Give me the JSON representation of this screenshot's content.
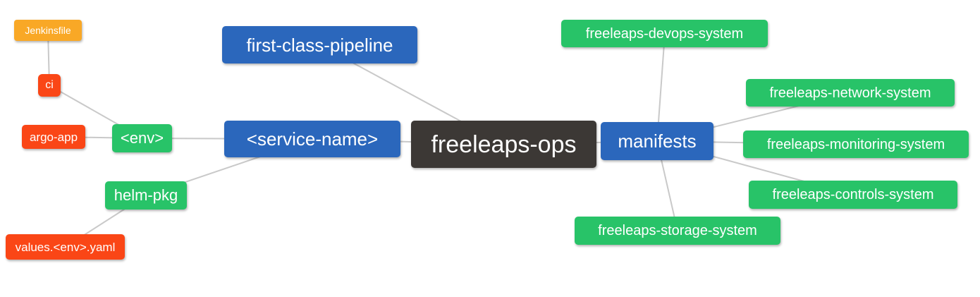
{
  "diagram": {
    "type": "mindmap",
    "background": "#ffffff",
    "edge_color": "#c9c9c9"
  },
  "palette": {
    "root_dark": "#3C3835",
    "branch_blue": "#2B67BC",
    "leaf_green": "#28C368",
    "leaf_red": "#FA4616",
    "leaf_orange": "#F9A826"
  },
  "nodes": {
    "root": {
      "label": "freeleaps-ops",
      "color": "#3C3835"
    },
    "pipeline": {
      "label": "first-class-pipeline",
      "color": "#2B67BC"
    },
    "service": {
      "label": "<service-name>",
      "color": "#2B67BC"
    },
    "manifests": {
      "label": "manifests",
      "color": "#2B67BC"
    },
    "env": {
      "label": "<env>",
      "color": "#28C368"
    },
    "helm": {
      "label": "helm-pkg",
      "color": "#28C368"
    },
    "ci": {
      "label": "ci",
      "color": "#FA4616"
    },
    "argo": {
      "label": "argo-app",
      "color": "#FA4616"
    },
    "values": {
      "label": "values.<env>.yaml",
      "color": "#FA4616"
    },
    "jenkinsfile": {
      "label": "Jenkinsfile",
      "color": "#F9A826"
    },
    "devops": {
      "label": "freeleaps-devops-system",
      "color": "#28C368"
    },
    "network": {
      "label": "freeleaps-network-system",
      "color": "#28C368"
    },
    "monitoring": {
      "label": "freeleaps-monitoring-system",
      "color": "#28C368"
    },
    "controls": {
      "label": "freeleaps-controls-system",
      "color": "#28C368"
    },
    "storage": {
      "label": "freeleaps-storage-system",
      "color": "#28C368"
    }
  },
  "edges": [
    {
      "from": "jenkinsfile",
      "to": "ci"
    },
    {
      "from": "ci",
      "to": "env"
    },
    {
      "from": "argo",
      "to": "env"
    },
    {
      "from": "env",
      "to": "service"
    },
    {
      "from": "helm",
      "to": "service"
    },
    {
      "from": "values",
      "to": "helm"
    },
    {
      "from": "pipeline",
      "to": "root"
    },
    {
      "from": "service",
      "to": "root"
    },
    {
      "from": "root",
      "to": "manifests"
    },
    {
      "from": "manifests",
      "to": "devops"
    },
    {
      "from": "manifests",
      "to": "network"
    },
    {
      "from": "manifests",
      "to": "monitoring"
    },
    {
      "from": "manifests",
      "to": "controls"
    },
    {
      "from": "manifests",
      "to": "storage"
    }
  ]
}
